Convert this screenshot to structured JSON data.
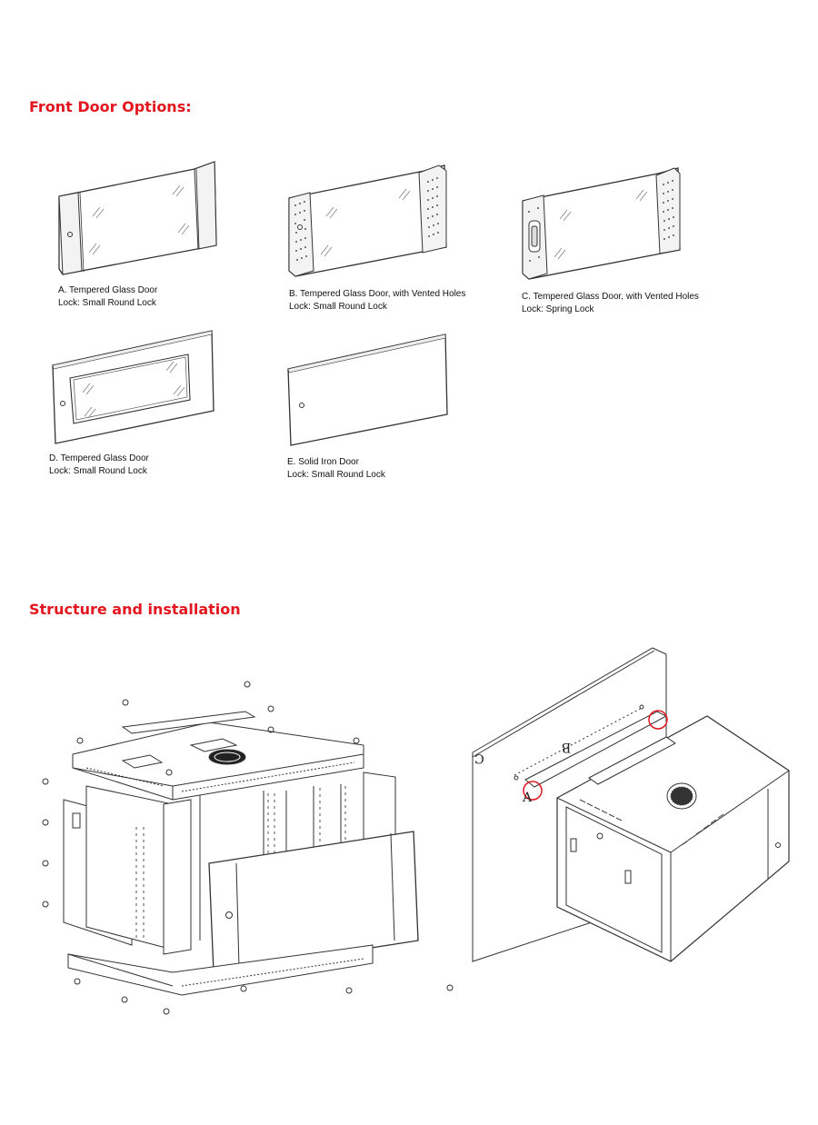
{
  "front_door": {
    "heading": "Front Door Options:",
    "options": [
      {
        "title": "A. Tempered Glass Door",
        "lock": "Lock: Small Round Lock"
      },
      {
        "title": "B. Tempered Glass Door, with Vented Holes",
        "lock": "Lock: Small Round Lock"
      },
      {
        "title": "C. Tempered Glass Door, with Vented Holes",
        "lock": "Lock: Spring Lock"
      },
      {
        "title": "D. Tempered Glass Door",
        "lock": "Lock: Small Round Lock"
      },
      {
        "title": "E. Solid Iron Door",
        "lock": "Lock: Small Round Lock"
      }
    ]
  },
  "structure": {
    "heading": "Structure and installation",
    "wall_mount_labels": {
      "a": "A",
      "b": "B",
      "c": "C"
    }
  },
  "colors": {
    "heading": "#e3161f",
    "line": "#333333",
    "highlight_circle": "#e3161f"
  }
}
